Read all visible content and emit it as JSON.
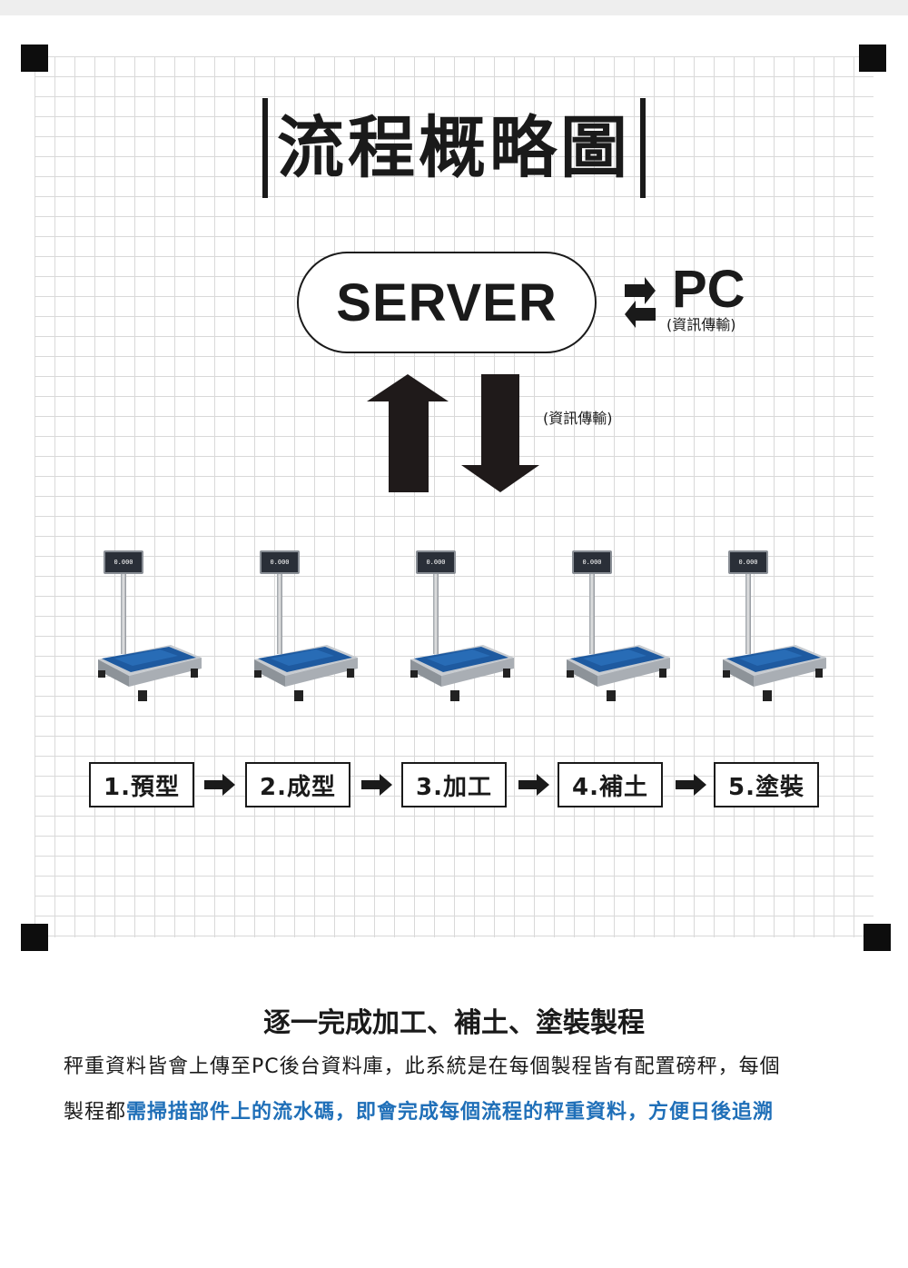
{
  "title": "流程概略圖",
  "server": {
    "label": "SERVER"
  },
  "pc": {
    "label": "PC",
    "sub": "(資訊傳輸)"
  },
  "vertical_transfer": {
    "sub": "(資訊傳輸)"
  },
  "scales": [
    {
      "display": "0.000"
    },
    {
      "display": "0.000"
    },
    {
      "display": "0.000"
    },
    {
      "display": "0.000"
    },
    {
      "display": "0.000"
    }
  ],
  "steps": [
    {
      "label": "1.預型"
    },
    {
      "label": "2.成型"
    },
    {
      "label": "3.加工"
    },
    {
      "label": "4.補土"
    },
    {
      "label": "5.塗裝"
    }
  ],
  "summary": {
    "heading": "逐一完成加工、補土、塗裝製程",
    "line1": "秤重資料皆會上傳至PC後台資料庫，此系統是在每個製程皆有配置磅秤，每個",
    "line2_plain": "製程都",
    "line2_highlight": "需掃描部件上的流水碼，即會完成每個流程的秤重資料，方便日後追溯"
  },
  "colors": {
    "highlight": "#1f6fb8",
    "scale_platform": "#1e5aa0",
    "grid": "#d9d9d9",
    "ink": "#1a1a1a"
  }
}
